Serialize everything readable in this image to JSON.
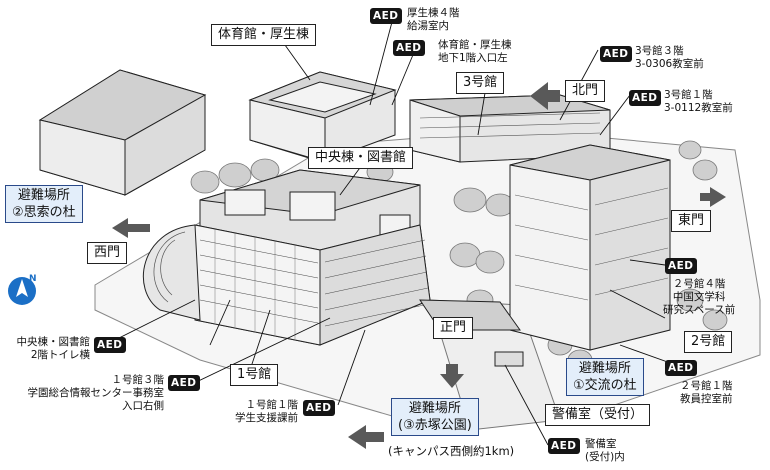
{
  "buildings": {
    "gym": "体育館・厚生棟",
    "central": "中央棟・図書館",
    "b3": "3号館",
    "b1": "1号館",
    "b2": "2号館",
    "guard": "警備室（受付）"
  },
  "gates": {
    "north": "北門",
    "east": "東門",
    "west": "西門",
    "main": "正門"
  },
  "evacuation": {
    "e2": [
      "避難場所",
      "②思索の杜"
    ],
    "e1": [
      "避難場所",
      "①交流の杜"
    ],
    "e3": [
      "避難場所",
      "(③赤塚公園)"
    ],
    "e3_note": "(キャンパス西側約1km)"
  },
  "aed": {
    "badge": "AED",
    "items": [
      {
        "lines": [
          "厚生棟４階",
          "給湯室内"
        ]
      },
      {
        "lines": [
          "体育館・厚生棟",
          "地下1階入口左"
        ]
      },
      {
        "lines": [
          "3号館３階",
          "3-0306教室前"
        ]
      },
      {
        "lines": [
          "3号館１階",
          "3-0112教室前"
        ]
      },
      {
        "lines": [
          "２号館４階",
          "中国文学科",
          "研究スペース前"
        ]
      },
      {
        "lines": [
          "２号館１階",
          "教員控室前"
        ]
      },
      {
        "lines": [
          "警備室",
          "(受付)内"
        ]
      },
      {
        "lines": [
          "１号館１階",
          "学生支援課前"
        ]
      },
      {
        "lines": [
          "１号館３階",
          "学園総合情報センター事務室",
          "入口右側"
        ]
      },
      {
        "lines": [
          "中央棟・図書館",
          "2階トイレ横"
        ]
      }
    ]
  },
  "compass": {
    "letter": "N"
  },
  "colors": {
    "line": "#1e1e1e",
    "blue_box": "#e3eefa",
    "arrow": "#595959",
    "compass": "#1b6fc6",
    "tree": "#c8c8c8",
    "building": "#ececec"
  }
}
